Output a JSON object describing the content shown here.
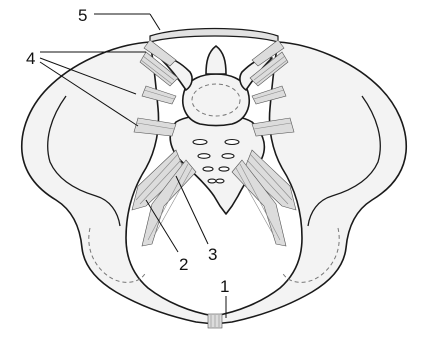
{
  "callouts": [
    {
      "id": "1",
      "text": "1"
    },
    {
      "id": "2",
      "text": "2"
    },
    {
      "id": "3",
      "text": "3"
    },
    {
      "id": "4",
      "text": "4"
    },
    {
      "id": "5",
      "text": "5"
    }
  ],
  "colors": {
    "bone_fill": "#f3f3f3",
    "ligament_fill": "#dcdcdc",
    "outline": "#1a1a1a"
  }
}
